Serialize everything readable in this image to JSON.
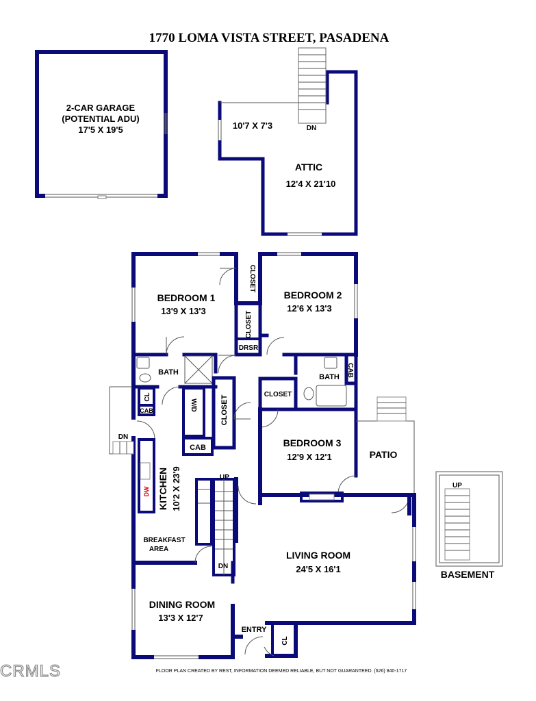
{
  "title": "1770 LOMA VISTA STREET, PASADENA",
  "rooms": {
    "garage": {
      "name": "2-CAR GARAGE",
      "note": "(POTENTIAL ADU)",
      "dims": "17'5 X 19'5"
    },
    "attic": {
      "name": "ATTIC",
      "dims": "12'4 X 21'10",
      "alcove_dims": "10'7 X 7'3",
      "stair_label": "DN"
    },
    "bedroom1": {
      "name": "BEDROOM 1",
      "dims": "13'9 X 13'3"
    },
    "bedroom2": {
      "name": "BEDROOM 2",
      "dims": "12'6 X 13'3"
    },
    "bedroom3": {
      "name": "BEDROOM 3",
      "dims": "12'9 X 12'1"
    },
    "kitchen": {
      "name": "KITCHEN",
      "dims": "10'2 X 23'9"
    },
    "living": {
      "name": "LIVING ROOM",
      "dims": "24'5 X 16'1"
    },
    "dining": {
      "name": "DINING ROOM",
      "dims": "13'3 X 12'7"
    },
    "patio": {
      "name": "PATIO"
    },
    "basement": {
      "name": "BASEMENT",
      "stair_label": "UP"
    },
    "breakfast": {
      "line1": "BREAKFAST",
      "line2": "AREA"
    }
  },
  "labels": {
    "closet_b1": "CLOSET",
    "closet_b2": "CLOSET",
    "drsr": "DRSR",
    "bath1": "BATH",
    "bath2": "BATH",
    "cab_bath2": "CAB",
    "closet_hall": "CLOSET",
    "closet_b3": "CLOSET",
    "cl_kitchen": "CL",
    "cab_kitchen": "CAB",
    "wd": "W/D",
    "cab_hall": "CAB",
    "dn_side": "DN",
    "dw": "DW",
    "up_stair": "UP",
    "dn_stair": "DN",
    "entry": "ENTRY",
    "cl_entry": "CL"
  },
  "footer": "FLOOR PLAN CREATED BY REST, INFORMATION DEEMED RELIABLE, BUT NOT GUARANTEED. (626) 840-1717",
  "logo": "CRMLS",
  "colors": {
    "wall": "#0a0a78",
    "dw": "#d40000"
  }
}
